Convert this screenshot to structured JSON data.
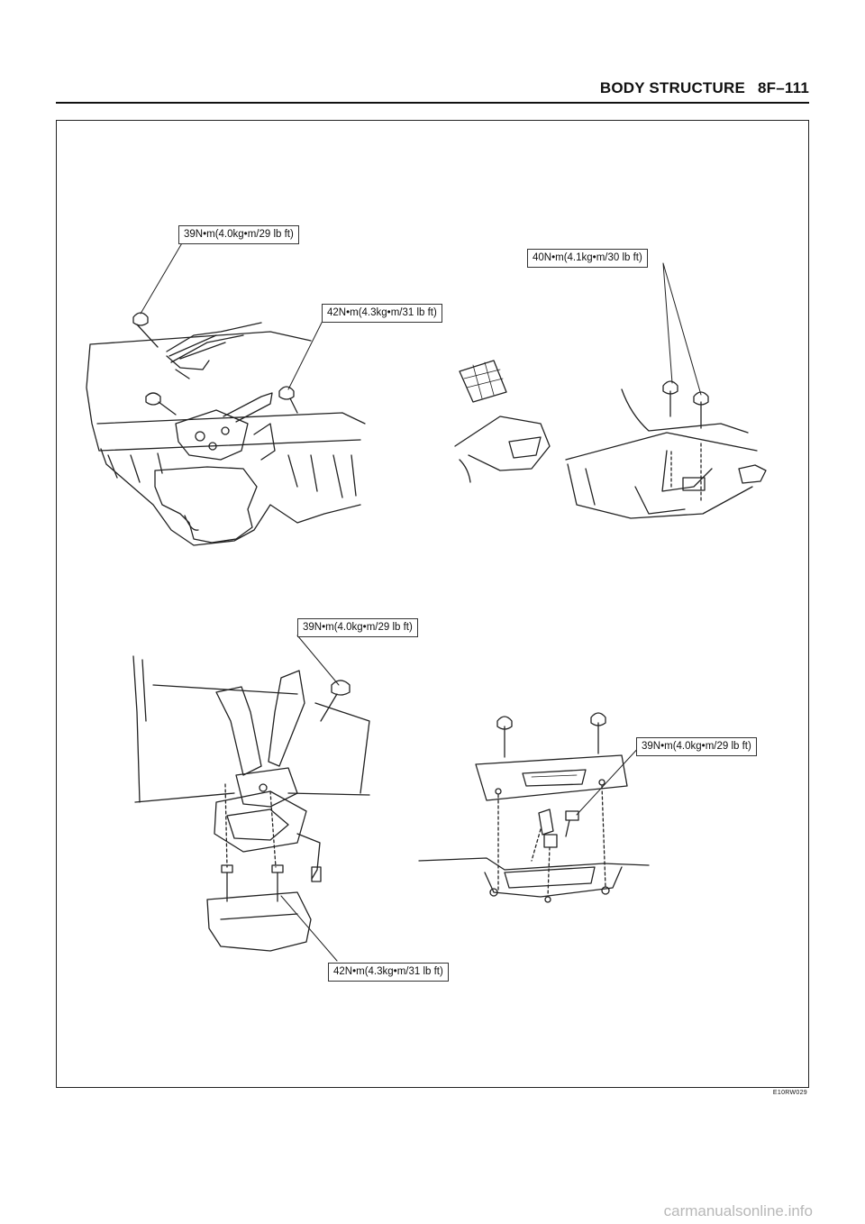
{
  "header": {
    "section": "BODY STRUCTURE",
    "page": "8F–111"
  },
  "callouts": {
    "c1": "39N•m(4.0kg•m/29 lb ft)",
    "c2": "42N•m(4.3kg•m/31 lb ft)",
    "c3": "40N•m(4.1kg•m/30 lb ft)",
    "c4": "39N•m(4.0kg•m/29 lb ft)",
    "c5": "39N•m(4.0kg•m/29 lb ft)",
    "c6": "42N•m(4.3kg•m/31 lb ft)"
  },
  "figure_id": "E10RW029",
  "watermark": "carmanualsonline.info"
}
